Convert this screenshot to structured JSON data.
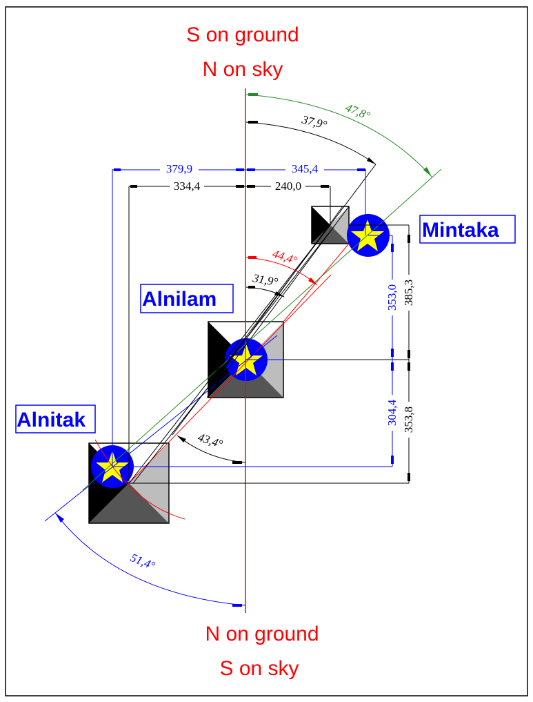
{
  "directions": {
    "top_line1": "S on ground",
    "top_line2": "N on sky",
    "bottom_line1": "N on ground",
    "bottom_line2": "S on sky"
  },
  "stars": [
    {
      "name": "Mintaka",
      "label": "Mintaka"
    },
    {
      "name": "Alnilam",
      "label": "Alnilam"
    },
    {
      "name": "Alnitak",
      "label": "Alnitak"
    }
  ],
  "horizontal_dimensions": {
    "alnitak_star_to_axis": "379,9",
    "mintaka_star_to_axis": "345,4",
    "alnitak_pyramid_to_axis": "334,4",
    "mintaka_pyramid_to_axis": "240,0"
  },
  "vertical_dimensions": {
    "mintaka_star_to_alnilam": "353,0",
    "mintaka_pyramid_to_alnilam": "385,3",
    "alnilam_to_alnitak_star": "304,4",
    "alnilam_to_alnitak_pyramid": "353,8"
  },
  "angles": {
    "green": "47,8°",
    "black_top": "37,9°",
    "red": "44,4°",
    "black_mid": "31,9°",
    "black_low": "43,4°",
    "blue": "51,4°"
  },
  "colors": {
    "axis": "#ff0000",
    "star_fill": "#ffff00",
    "star_disc": "#0000ff",
    "label": "#0000ff",
    "green_line": "#228b22",
    "dim_blue": "#0000ff",
    "dim_black": "#000000"
  }
}
